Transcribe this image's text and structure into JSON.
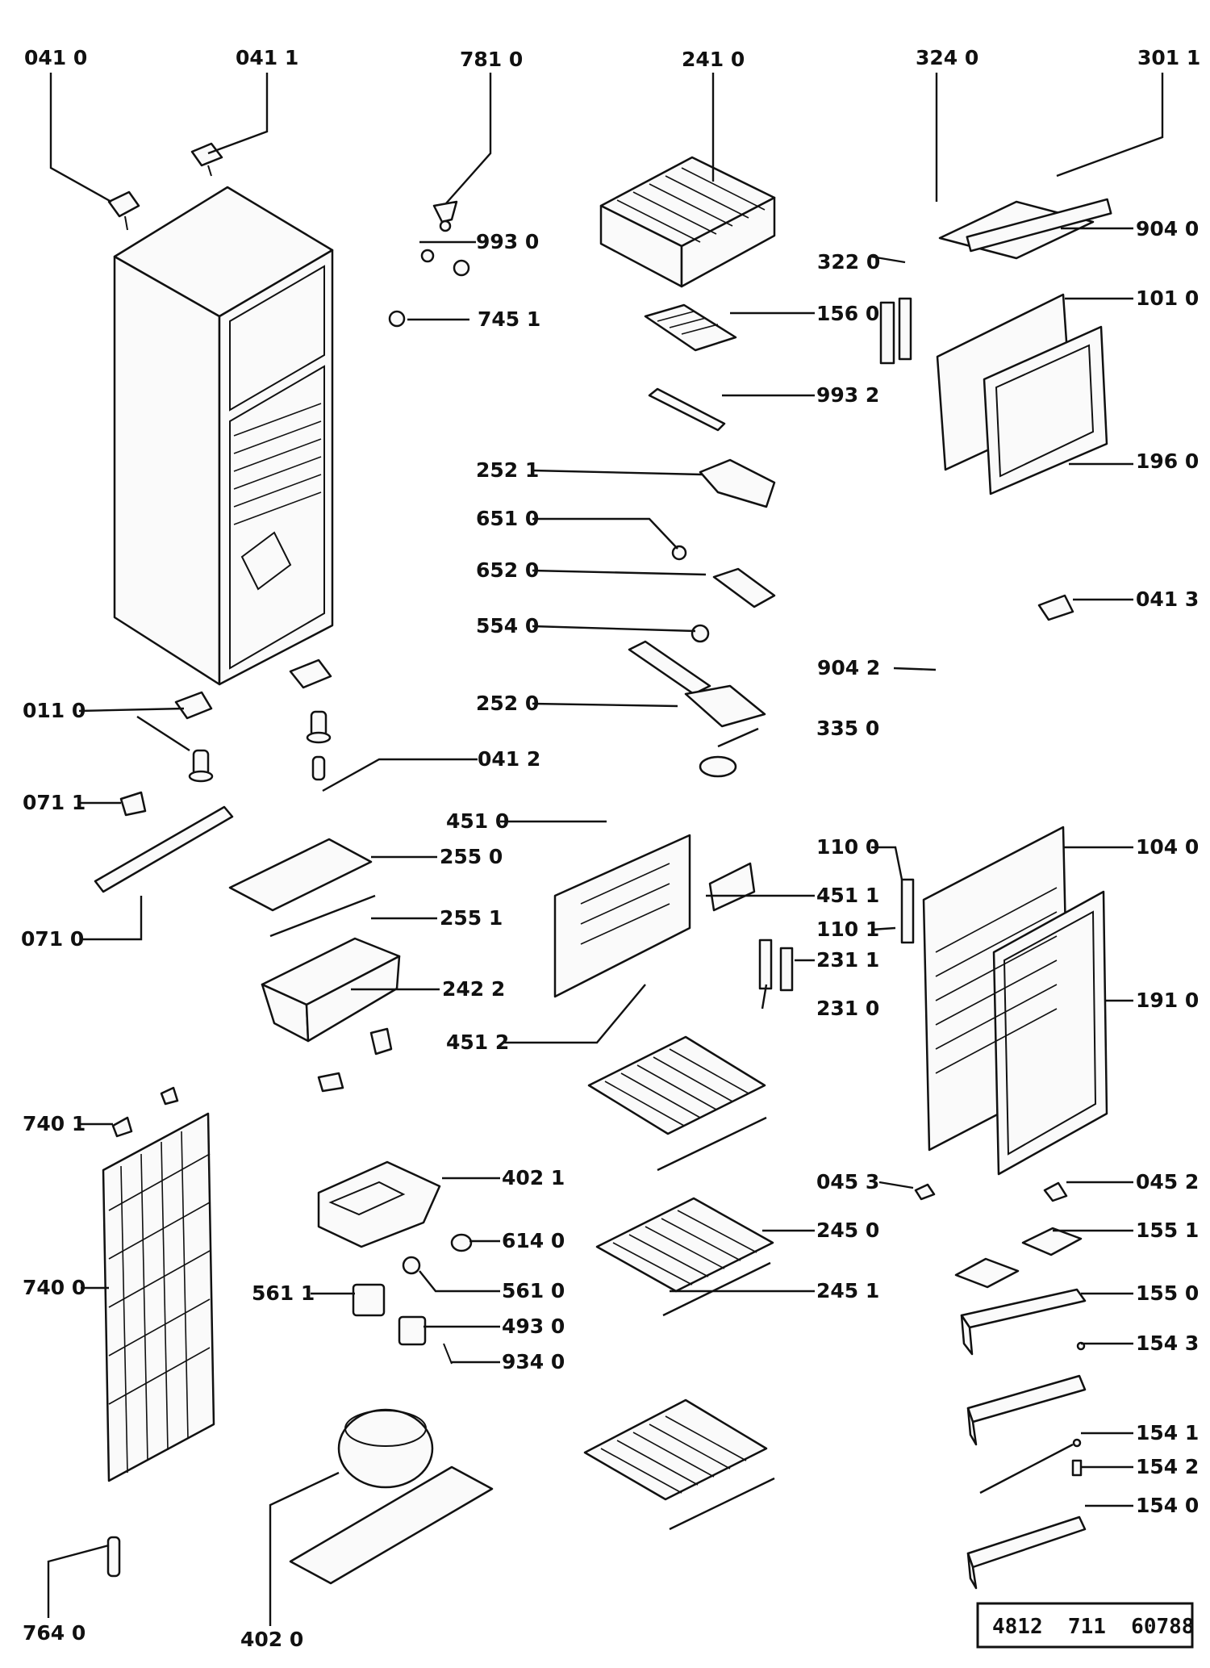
{
  "document_number": "4812  711  60788",
  "parts": [
    {
      "key": "p0410",
      "label": "041 0"
    },
    {
      "key": "p0411",
      "label": "041 1"
    },
    {
      "key": "p7810",
      "label": "781 0"
    },
    {
      "key": "p2410",
      "label": "241 0"
    },
    {
      "key": "p3240",
      "label": "324 0"
    },
    {
      "key": "p3011",
      "label": "301 1"
    },
    {
      "key": "p9930",
      "label": "993 0"
    },
    {
      "key": "p9040",
      "label": "904 0"
    },
    {
      "key": "p3220",
      "label": "322 0"
    },
    {
      "key": "p7451",
      "label": "745 1"
    },
    {
      "key": "p1560",
      "label": "156 0"
    },
    {
      "key": "p1010",
      "label": "101 0"
    },
    {
      "key": "p9932",
      "label": "993 2"
    },
    {
      "key": "p1960",
      "label": "196 0"
    },
    {
      "key": "p2521",
      "label": "252 1"
    },
    {
      "key": "p6510",
      "label": "651 0"
    },
    {
      "key": "p6520",
      "label": "652 0"
    },
    {
      "key": "p0413",
      "label": "041 3"
    },
    {
      "key": "p5540",
      "label": "554 0"
    },
    {
      "key": "p9042",
      "label": "904 2"
    },
    {
      "key": "p2520",
      "label": "252 0"
    },
    {
      "key": "p0110",
      "label": "011 0"
    },
    {
      "key": "p3350",
      "label": "335 0"
    },
    {
      "key": "p0412",
      "label": "041 2"
    },
    {
      "key": "p0711",
      "label": "071 1"
    },
    {
      "key": "p4510",
      "label": "451 0"
    },
    {
      "key": "p1100",
      "label": "110 0"
    },
    {
      "key": "p1040",
      "label": "104 0"
    },
    {
      "key": "p2550",
      "label": "255 0"
    },
    {
      "key": "p4511",
      "label": "451 1"
    },
    {
      "key": "p2551",
      "label": "255 1"
    },
    {
      "key": "p1101",
      "label": "110 1"
    },
    {
      "key": "p0710",
      "label": "071 0"
    },
    {
      "key": "p2311",
      "label": "231 1"
    },
    {
      "key": "p2422",
      "label": "242 2"
    },
    {
      "key": "p1910",
      "label": "191 0"
    },
    {
      "key": "p2310",
      "label": "231 0"
    },
    {
      "key": "p4512",
      "label": "451 2"
    },
    {
      "key": "p7401",
      "label": "740 1"
    },
    {
      "key": "p4021",
      "label": "402 1"
    },
    {
      "key": "p0453",
      "label": "045 3"
    },
    {
      "key": "p0452",
      "label": "045 2"
    },
    {
      "key": "p6140",
      "label": "614 0"
    },
    {
      "key": "p2450",
      "label": "245 0"
    },
    {
      "key": "p1551",
      "label": "155 1"
    },
    {
      "key": "p7400",
      "label": "740 0"
    },
    {
      "key": "p5611",
      "label": "561 1"
    },
    {
      "key": "p5610",
      "label": "561 0"
    },
    {
      "key": "p2451",
      "label": "245 1"
    },
    {
      "key": "p1550",
      "label": "155 0"
    },
    {
      "key": "p4930",
      "label": "493 0"
    },
    {
      "key": "p1543",
      "label": "154 3"
    },
    {
      "key": "p9340",
      "label": "934 0"
    },
    {
      "key": "p1541",
      "label": "154 1"
    },
    {
      "key": "p1542",
      "label": "154 2"
    },
    {
      "key": "p1540",
      "label": "154 0"
    },
    {
      "key": "p7640",
      "label": "764 0"
    },
    {
      "key": "p4020",
      "label": "402 0"
    }
  ]
}
